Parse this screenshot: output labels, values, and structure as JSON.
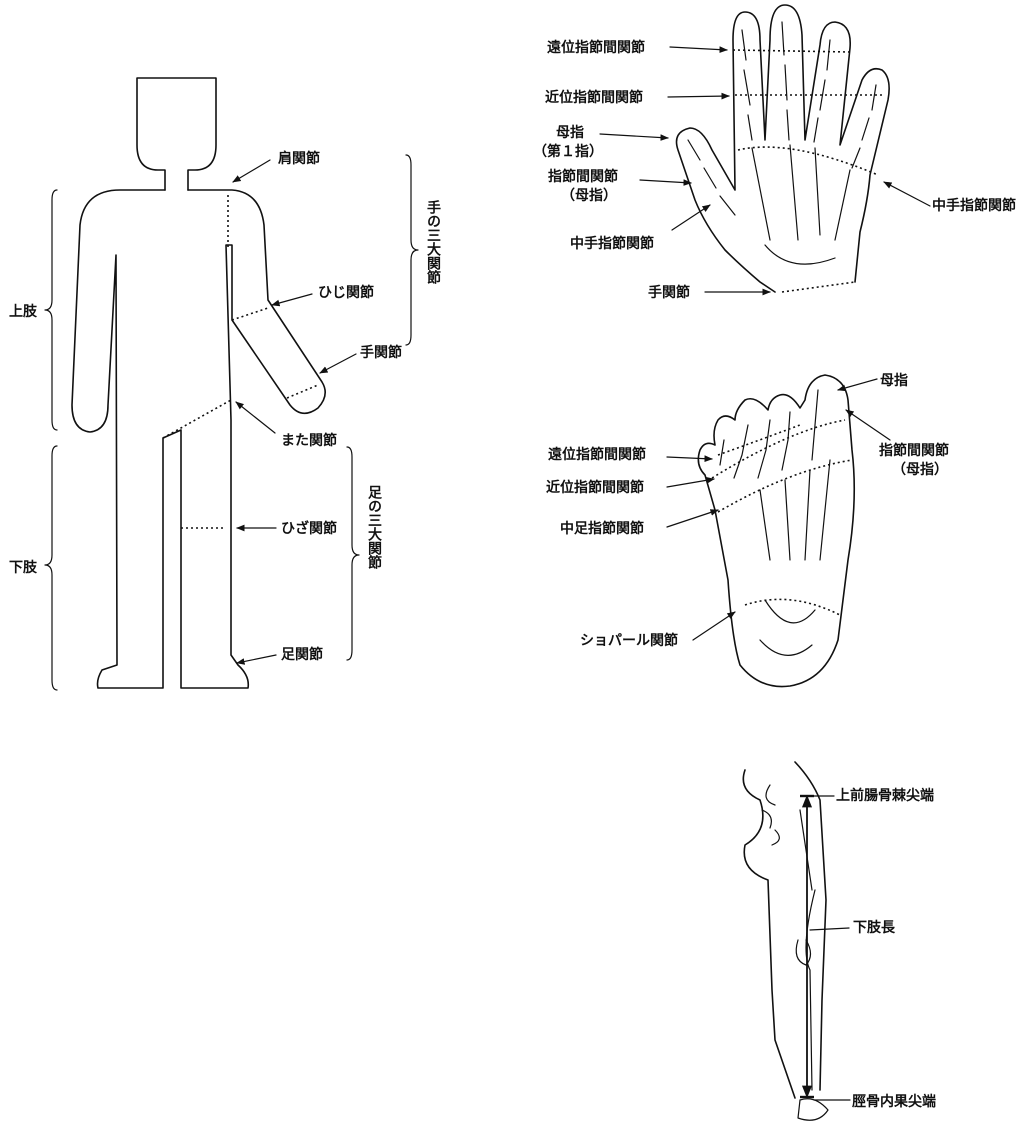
{
  "body_figure": {
    "shoulder": "肩関節",
    "elbow": "ひじ関節",
    "wrist": "手関節",
    "hip": "また関節",
    "knee": "ひざ関節",
    "ankle": "足関節",
    "upper_limb": "上肢",
    "lower_limb": "下肢",
    "hand_three_joints": "手の三大関節",
    "foot_three_joints": "足の三大関節"
  },
  "hand_figure": {
    "dip": "遠位指節間関節",
    "pip": "近位指節間関節",
    "thumb_line1": "母指",
    "thumb_line2": "（第１指）",
    "thumb_ip_line1": "指節間関節",
    "thumb_ip_line2": "（母指）",
    "thumb_cmc": "中手指節関節",
    "mcp": "中手指節関節",
    "wrist": "手関節"
  },
  "foot_figure": {
    "big_toe": "母指",
    "ip_line1": "指節間関節",
    "ip_line2": "（母指）",
    "dip": "遠位指節間関節",
    "pip": "近位指節間関節",
    "mtp": "中足指節関節",
    "chopart": "ショパール関節"
  },
  "leg_figure": {
    "asis": "上前腸骨棘尖端",
    "leg_length": "下肢長",
    "malleolus": "脛骨内果尖端"
  }
}
